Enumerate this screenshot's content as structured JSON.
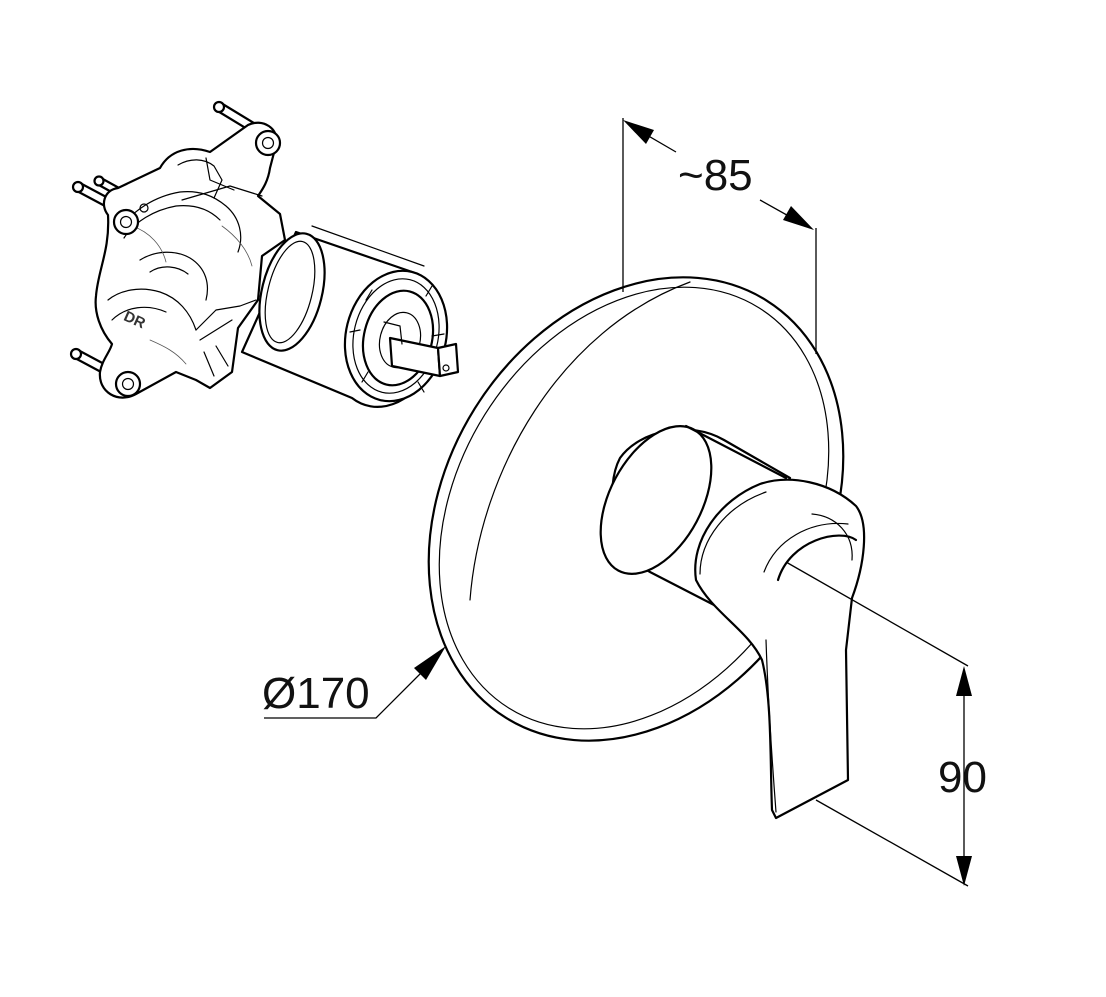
{
  "drawing": {
    "dimensions": {
      "depth_label": "~85",
      "diameter_label": "Ø170",
      "height_label": "90"
    },
    "body_marking": "DR",
    "line_color": "#000000",
    "background_color": "#ffffff"
  }
}
